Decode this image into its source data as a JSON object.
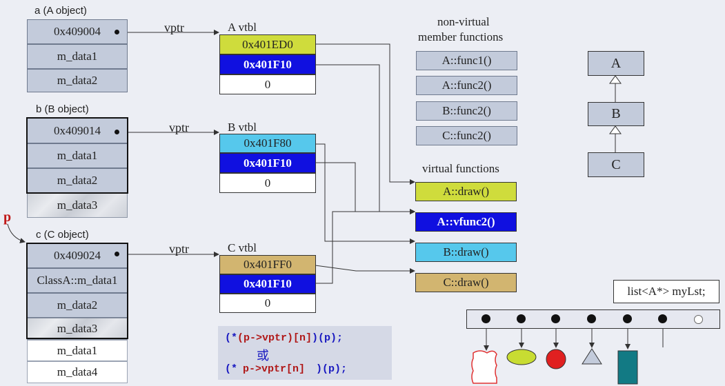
{
  "objects": {
    "a": {
      "title": "a (A object)",
      "cells": [
        "0x409004",
        "m_data1",
        "m_data2"
      ]
    },
    "b": {
      "title": "b (B object)",
      "cells": [
        "0x409014",
        "m_data1",
        "m_data2",
        "m_data3"
      ]
    },
    "c": {
      "title": "c (C object)",
      "cells": [
        "0x409024",
        "ClassA::m_data1",
        "m_data2",
        "m_data3",
        "m_data1",
        "m_data4"
      ]
    }
  },
  "pointer_label": "p",
  "vptr_label": "vptr",
  "vtables": {
    "a": {
      "title": "A vtbl",
      "entries": [
        "0x401ED0",
        "0x401F10",
        "0"
      ]
    },
    "b": {
      "title": "B vtbl",
      "entries": [
        "0x401F80",
        "0x401F10",
        "0"
      ]
    },
    "c": {
      "title": "C vtbl",
      "entries": [
        "0x401FF0",
        "0x401F10",
        "0"
      ]
    }
  },
  "nonvirtual": {
    "title_line1": "non-virtual",
    "title_line2": "member functions",
    "items": [
      "A::func1()",
      "A::func2()",
      "B::func2()",
      "C::func2()"
    ]
  },
  "virtual": {
    "title": "virtual functions",
    "items": [
      "A::draw()",
      "A::vfunc2()",
      "B::draw()",
      "C::draw()"
    ]
  },
  "hierarchy": [
    "A",
    "B",
    "C"
  ],
  "code": {
    "line1_a": "(*",
    "line1_b": "(p->vptr)[n]",
    "line1_c": ")(p);",
    "or": "或",
    "line2_a": "(*",
    "line2_b": "p->vptr[n]",
    "line2_c": ")(p);"
  },
  "list_label": "list<A*> myLst;",
  "colors": {
    "yellow": "#cfdc3c",
    "blue": "#1010e0",
    "cyan": "#56c8ec",
    "tan": "#d2b570",
    "object": "#c3cbdb",
    "shape_green": "#c8dc32",
    "shape_red": "#e02020",
    "shape_teal": "#127a84"
  }
}
